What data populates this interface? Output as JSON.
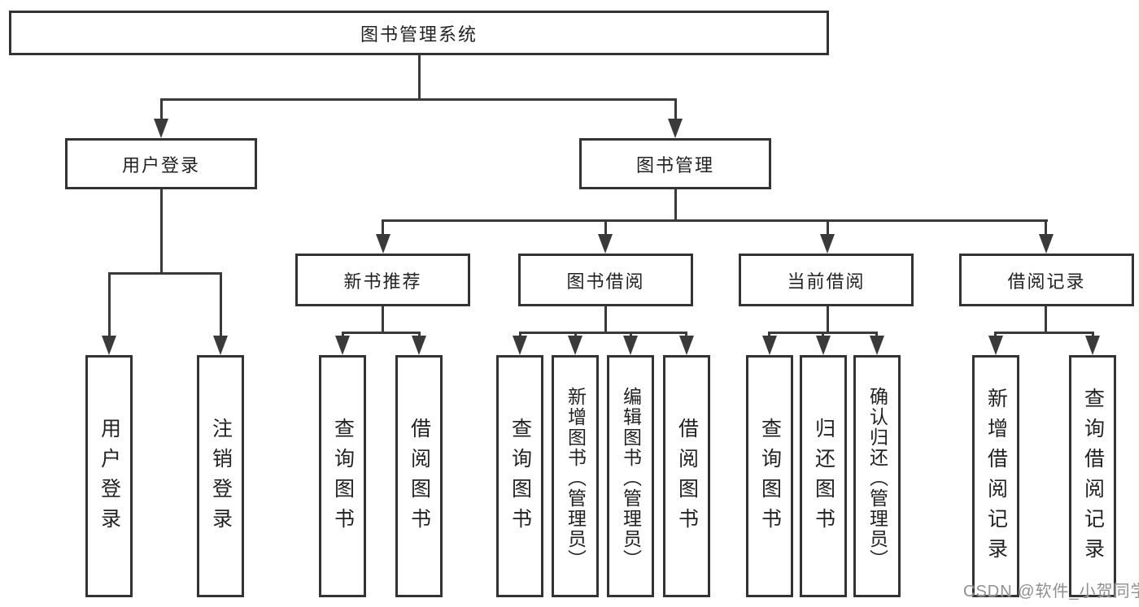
{
  "title": {
    "label": "图书管理系统"
  },
  "tree": {
    "user_login": {
      "label": "用户登录",
      "children": [
        {
          "label": "用户登录"
        },
        {
          "label": "注销登录"
        }
      ]
    },
    "book_mgmt": {
      "label": "图书管理",
      "sections": [
        {
          "label": "新书推荐",
          "children": [
            {
              "label": "查询图书"
            },
            {
              "label": "借阅图书"
            }
          ]
        },
        {
          "label": "图书借阅",
          "children": [
            {
              "label": "查询图书"
            },
            {
              "label": "新增图书（管理员）"
            },
            {
              "label": "编辑图书（管理员）"
            },
            {
              "label": "借阅图书"
            }
          ]
        },
        {
          "label": "当前借阅",
          "children": [
            {
              "label": "查询图书"
            },
            {
              "label": "归还图书"
            },
            {
              "label": "确认归还（管理员）"
            }
          ]
        },
        {
          "label": "借阅记录",
          "children": [
            {
              "label": "新增借阅记录"
            },
            {
              "label": "查询借阅记录"
            }
          ]
        }
      ]
    }
  },
  "watermark": {
    "text": "CSDN @软件_小贺同学"
  },
  "colors": {
    "line": "#3a3a3a",
    "box_border": "#333333",
    "text": "#222222",
    "background": "#ffffff",
    "watermark": "#909090",
    "right_edge_strip": "#f3c9c9"
  }
}
